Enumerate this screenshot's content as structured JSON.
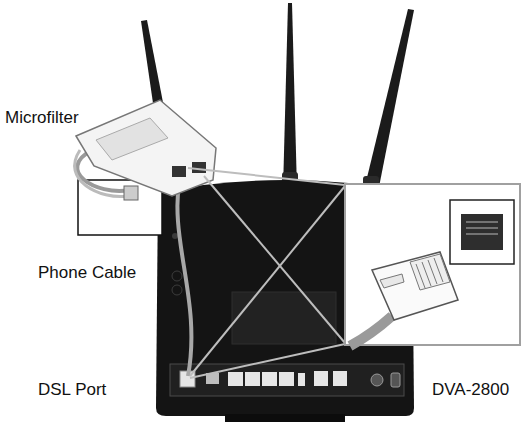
{
  "diagram": {
    "labels": [
      "Microfilter",
      "Phone Cable",
      "DSL Port",
      "DVA-2800"
    ]
  }
}
